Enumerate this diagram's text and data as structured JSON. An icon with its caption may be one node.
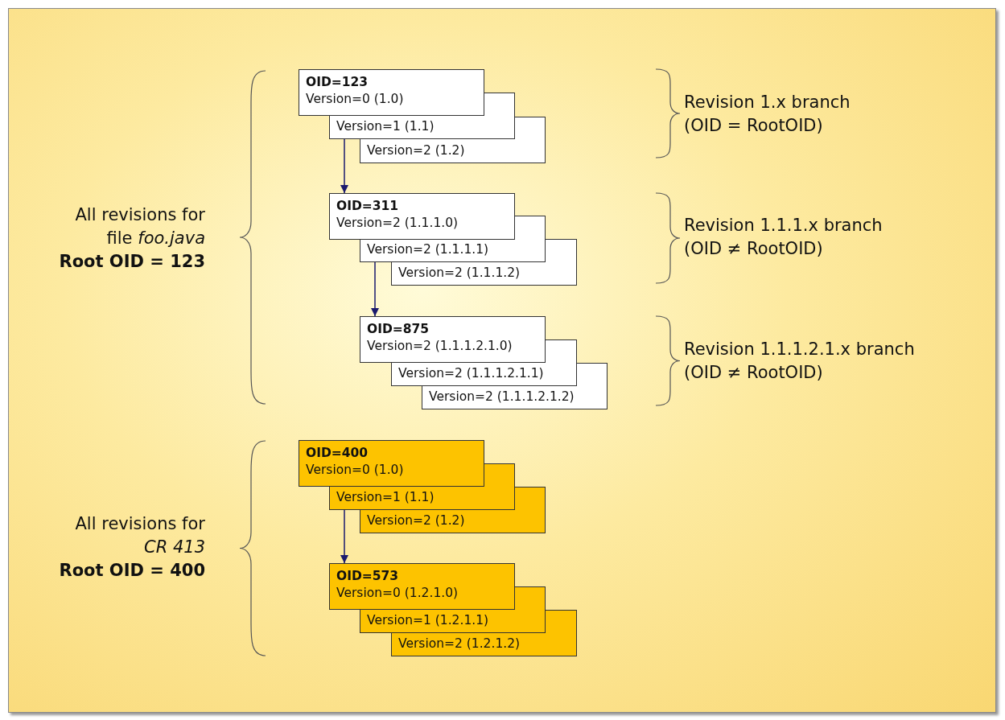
{
  "diagram": {
    "nodes": [
      {
        "text": [
          "OID=123",
          "Version=0 (1.0)"
        ]
      },
      {
        "text": [
          "Version=1 (1.1)"
        ]
      },
      {
        "text": [
          "Version=2 (1.2)"
        ]
      },
      {
        "text": [
          "OID=311",
          "Version=2 (1.1.1.0)"
        ]
      },
      {
        "text": [
          "Version=2 (1.1.1.1)"
        ]
      },
      {
        "text": [
          "Version=2 (1.1.1.2)"
        ]
      },
      {
        "text": [
          "OID=875",
          "Version=2 (1.1.1.2.1.0)"
        ]
      },
      {
        "text": [
          "Version=2 (1.1.1.2.1.1)"
        ]
      },
      {
        "text": [
          "Version=2 (1.1.1.2.1.2)"
        ]
      },
      {
        "text": [
          "OID=400",
          "Version=0 (1.0)"
        ]
      },
      {
        "text": [
          "Version=1 (1.1)"
        ]
      },
      {
        "text": [
          "Version=2 (1.2)"
        ]
      },
      {
        "text": [
          "OID=573",
          "Version=0 (1.2.1.0)"
        ]
      },
      {
        "text": [
          "Version=1 (1.2.1.1)"
        ]
      },
      {
        "text": [
          "Version=2 (1.2.1.2)"
        ]
      }
    ],
    "edges": [
      {
        "from": 1,
        "to": 3,
        "arrow": "to"
      },
      {
        "from": 4,
        "to": 6,
        "arrow": "to"
      },
      {
        "from": 10,
        "to": 12,
        "arrow": "to"
      }
    ],
    "labels": [
      "Revision 1.x branch (OID = RootOID)",
      "All revisions for file *foo.java*",
      "Root OID = 123",
      "Revision 1.1.1.x branch (OID ≠ RootOID)",
      "Revision 1.1.1.2.1.x branch (OID ≠ RootOID)",
      "All revisions for *CR 413*",
      "Root OID = 400"
    ]
  }
}
